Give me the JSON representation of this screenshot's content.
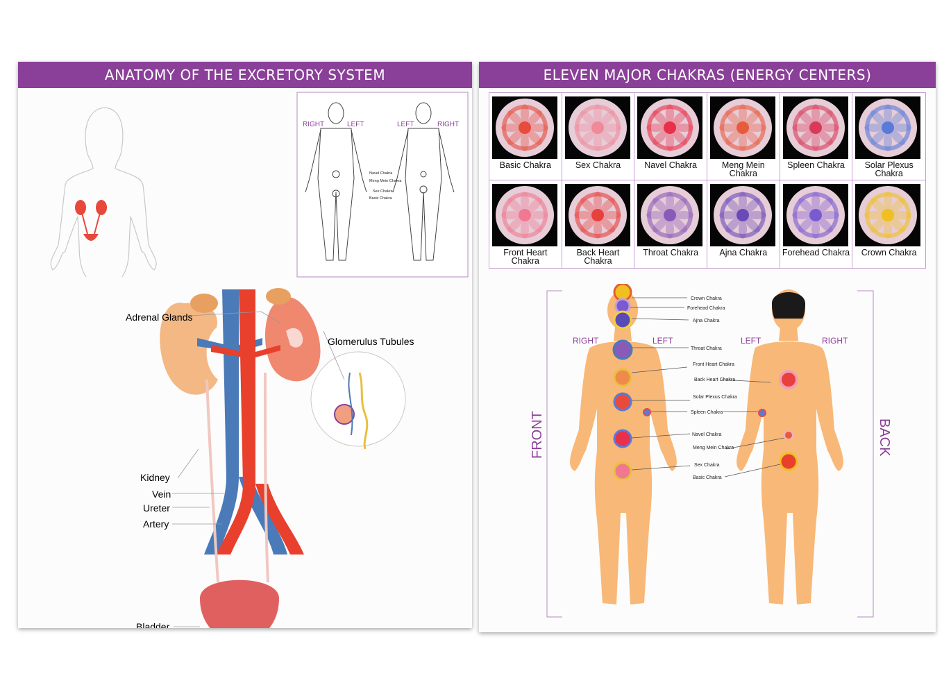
{
  "left_panel": {
    "title": "ANATOMY OF THE EXCRETORY SYSTEM",
    "inset": {
      "front_right": "RIGHT",
      "front_left": "LEFT",
      "back_left": "LEFT",
      "back_right": "RIGHT",
      "labels": [
        "Navel Chakra",
        "Meng Mein Chakra",
        "Sex Chakra",
        "Basic Chakra"
      ]
    },
    "labels": {
      "adrenal_glands": "Adrenal Glands",
      "glomerulus_tubules": "Glomerulus Tubules",
      "kidney": "Kidney",
      "vein": "Vein",
      "ureter": "Ureter",
      "artery": "Artery",
      "bladder": "Bladder"
    }
  },
  "right_panel": {
    "title": "ELEVEN MAJOR CHAKRAS (ENERGY CENTERS)",
    "chakras": [
      {
        "name": "Basic Chakra",
        "color": "#e84a3c"
      },
      {
        "name": "Sex Chakra",
        "color": "#f08a9a"
      },
      {
        "name": "Navel Chakra",
        "color": "#e8304a"
      },
      {
        "name": "Meng Mein\nChakra",
        "color": "#e85a3c"
      },
      {
        "name": "Spleen Chakra",
        "color": "#d83a5a"
      },
      {
        "name": "Solar Plexus\nChakra",
        "color": "#5a7ad8"
      },
      {
        "name": "Front Heart\nChakra",
        "color": "#f07890"
      },
      {
        "name": "Back Heart\nChakra",
        "color": "#e8403c"
      },
      {
        "name": "Throat Chakra",
        "color": "#8a5ab8"
      },
      {
        "name": "Ajna Chakra",
        "color": "#6a4ab8"
      },
      {
        "name": "Forehead Chakra",
        "color": "#7a5ad0"
      },
      {
        "name": "Crown Chakra",
        "color": "#f0c020"
      }
    ],
    "body": {
      "front": "FRONT",
      "back": "BACK",
      "front_right": "RIGHT",
      "front_left": "LEFT",
      "back_left": "LEFT",
      "back_right": "RIGHT",
      "labels": [
        "Crown Chakra",
        "Forehead Chakra",
        "Ajna Chakra",
        "Throat Chakra",
        "Front Heart Chakra",
        "Back Heart Chakra",
        "Solar Plexus Chakra",
        "Spleen Chakra",
        "Navel Chakra",
        "Meng Mein Chakra",
        "Sex Chakra",
        "Basic Chakra"
      ]
    }
  },
  "colors": {
    "banner": "#8a3f98",
    "skin": "#f8b878",
    "vein": "#4a7ab8",
    "artery": "#e8402c",
    "kidney": "#f4b884"
  }
}
